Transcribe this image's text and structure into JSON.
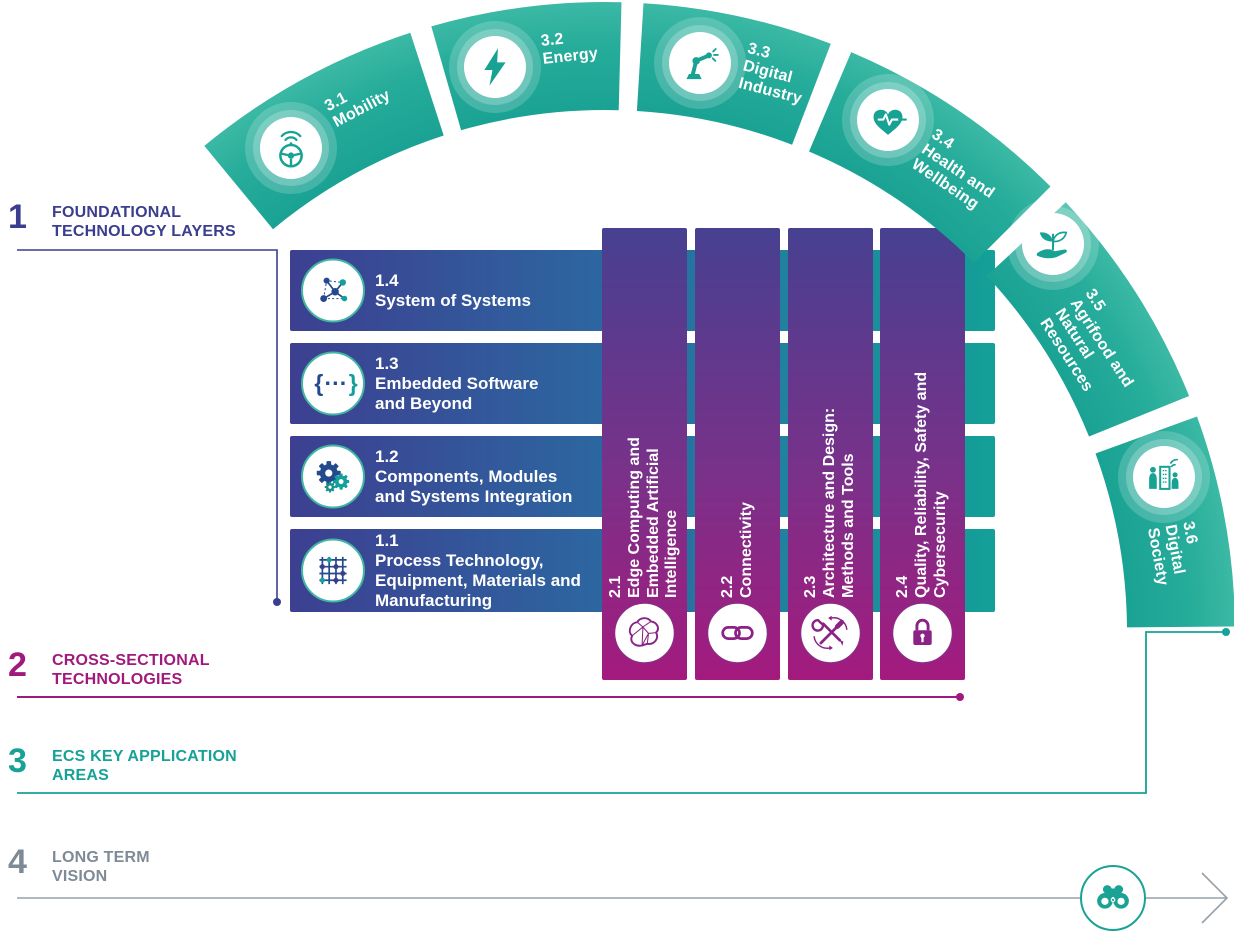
{
  "sections": [
    {
      "number": "1",
      "title": "FOUNDATIONAL TECHNOLOGY LAYERS",
      "color": "#3b3e8e"
    },
    {
      "number": "2",
      "title": "CROSS-SECTIONAL TECHNOLOGIES",
      "color": "#a01a7d"
    },
    {
      "number": "3",
      "title": "ECS KEY APPLICATION AREAS",
      "color": "#16a296"
    },
    {
      "number": "4",
      "title": "LONG TERM VISION",
      "color": "#7e8b96"
    }
  ],
  "foundational": {
    "items": [
      {
        "number": "1.4",
        "name": "System of Systems",
        "icon": "network-nodes-icon"
      },
      {
        "number": "1.3",
        "name": "Embedded Software and Beyond",
        "icon": "code-braces-icon"
      },
      {
        "number": "1.2",
        "name": "Components, Modules and Systems Integration",
        "icon": "gears-icon"
      },
      {
        "number": "1.1",
        "name": "Process Technology, Equipment, Materials and Manufacturing",
        "icon": "wafer-grid-icon"
      }
    ]
  },
  "cross_sectional": {
    "items": [
      {
        "number": "2.1",
        "name": "Edge Computing and Embedded Artificial Intelligence",
        "icon": "brain-icon"
      },
      {
        "number": "2.2",
        "name": "Connectivity",
        "icon": "chain-links-icon"
      },
      {
        "number": "2.3",
        "name": "Architecture and Design: Methods and Tools",
        "icon": "tools-icon"
      },
      {
        "number": "2.4",
        "name": "Quality, Reliability, Safety and Cybersecurity",
        "icon": "padlock-icon"
      }
    ]
  },
  "application_areas": {
    "items": [
      {
        "number": "3.1",
        "name": "Mobility",
        "icon": "steering-wheel-icon"
      },
      {
        "number": "3.2",
        "name": "Energy",
        "icon": "lightning-bolt-icon"
      },
      {
        "number": "3.3",
        "name": "Digital Industry",
        "icon": "robot-arm-icon"
      },
      {
        "number": "3.4",
        "name": "Health and Wellbeing",
        "icon": "heart-pulse-icon"
      },
      {
        "number": "3.5",
        "name": "Agrifood and Natural Resources",
        "icon": "plant-hand-icon"
      },
      {
        "number": "3.6",
        "name": "Digital Society",
        "icon": "smart-city-icon"
      }
    ]
  },
  "long_term_vision": {
    "icon": "binoculars-icon"
  },
  "colors": {
    "indigo": "#3b3e8e",
    "magenta": "#a01a7d",
    "teal": "#16a296",
    "gray": "#7e8b96",
    "arc_fill": "#23ab98",
    "bar_gradient_start": "#3d3f91",
    "bar_gradient_end": "#13a098",
    "column_gradient_start": "#474090",
    "column_gradient_end": "#a41a7e"
  }
}
